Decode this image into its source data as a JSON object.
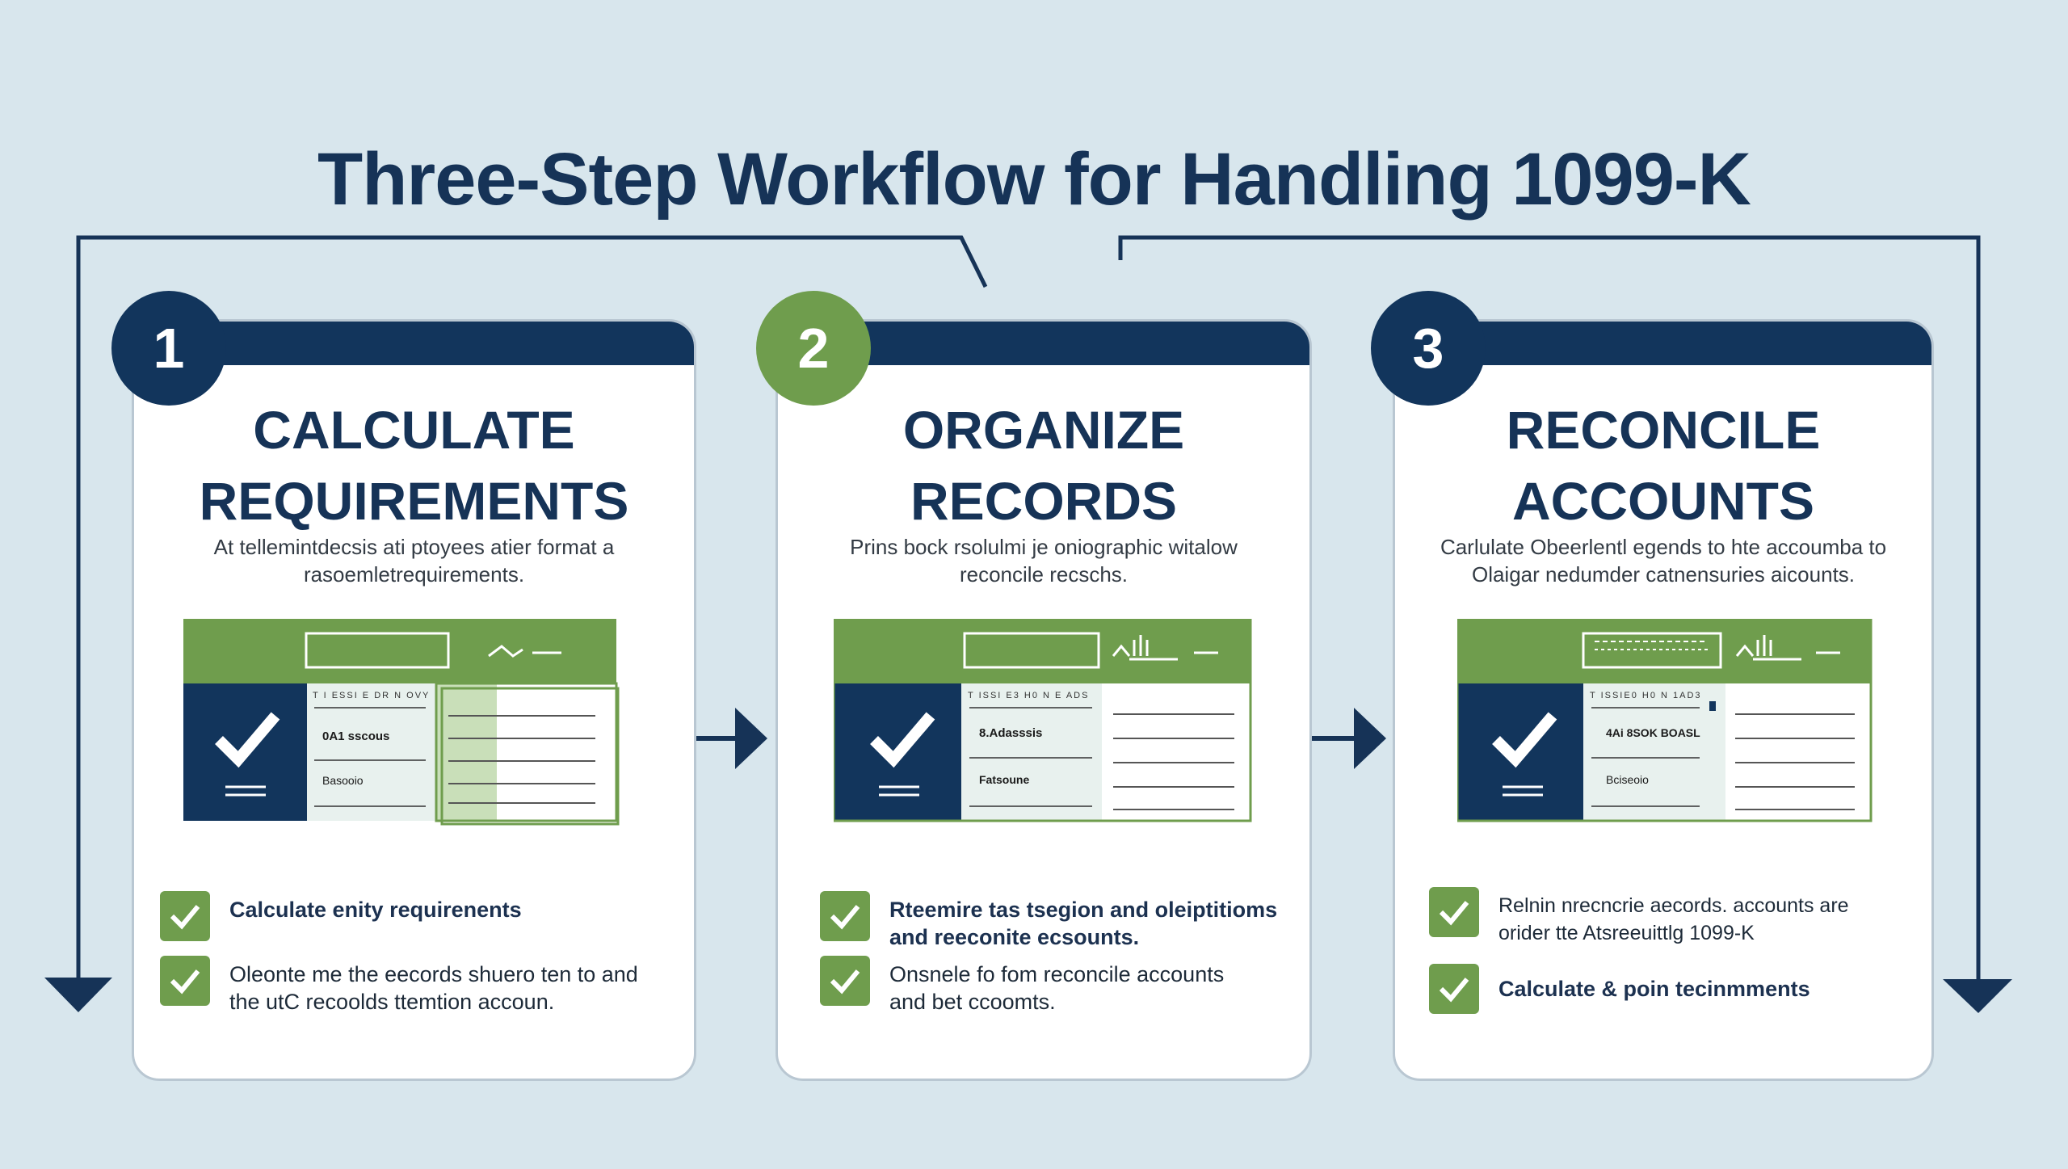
{
  "title": "Three-Step Workflow for Handling 1099-K",
  "colors": {
    "navy": "#12355c",
    "green": "#6f9d4d",
    "background": "#d8e6ed",
    "card": "#ffffff"
  },
  "icons": [
    "checkmark-icon",
    "arrow-right-icon",
    "arrow-down-icon"
  ],
  "steps": [
    {
      "number": "1",
      "title_line1": "CALCULATE",
      "title_line2": "REQUIREMENTS",
      "desc_line1": "At tellemintdecsis ati ptoyees atier format a",
      "desc_line2": "rasoemletrequirements.",
      "form_rows": [
        "0A1 sscous",
        "Basooio"
      ],
      "checks": [
        {
          "line1": "Calculate enity requirenents",
          "line2": ""
        },
        {
          "line1": "Oleonte me the eecords shuero ten to and",
          "line2": "the utC recoolds ttemtion accoun."
        }
      ]
    },
    {
      "number": "2",
      "title_line1": "ORGANIZE",
      "title_line2": "RECORDS",
      "desc_line1": "Prins bock rsolulmi je oniographic witalow",
      "desc_line2": "reconcile recschs.",
      "form_rows": [
        "8.Adasssis",
        "Fatsoune"
      ],
      "checks": [
        {
          "line1": "Rteemire tas tsegion and oleiptitioms",
          "line2": "and reeconite ecsounts."
        },
        {
          "line1": "Onsnele fo fom reconcile accounts",
          "line2": "and bet ccoomts."
        }
      ]
    },
    {
      "number": "3",
      "title_line1": "RECONCILE",
      "title_line2": "ACCOUNTS",
      "desc_line1": "Carlulate Obeerlentl egends to hte accoumba to",
      "desc_line2": "Olaigar nedumder catnensuries aicounts.",
      "form_rows": [
        "4Ai 8SOK BOASL",
        "Bciseoio"
      ],
      "checks": [
        {
          "line1": "Relnin nrecncrie aecords. accounts are",
          "line2": "orider tte Atsreeuittlg 1099-K"
        },
        {
          "line1": "Calculate & poin tecinmments",
          "line2": ""
        }
      ]
    }
  ]
}
